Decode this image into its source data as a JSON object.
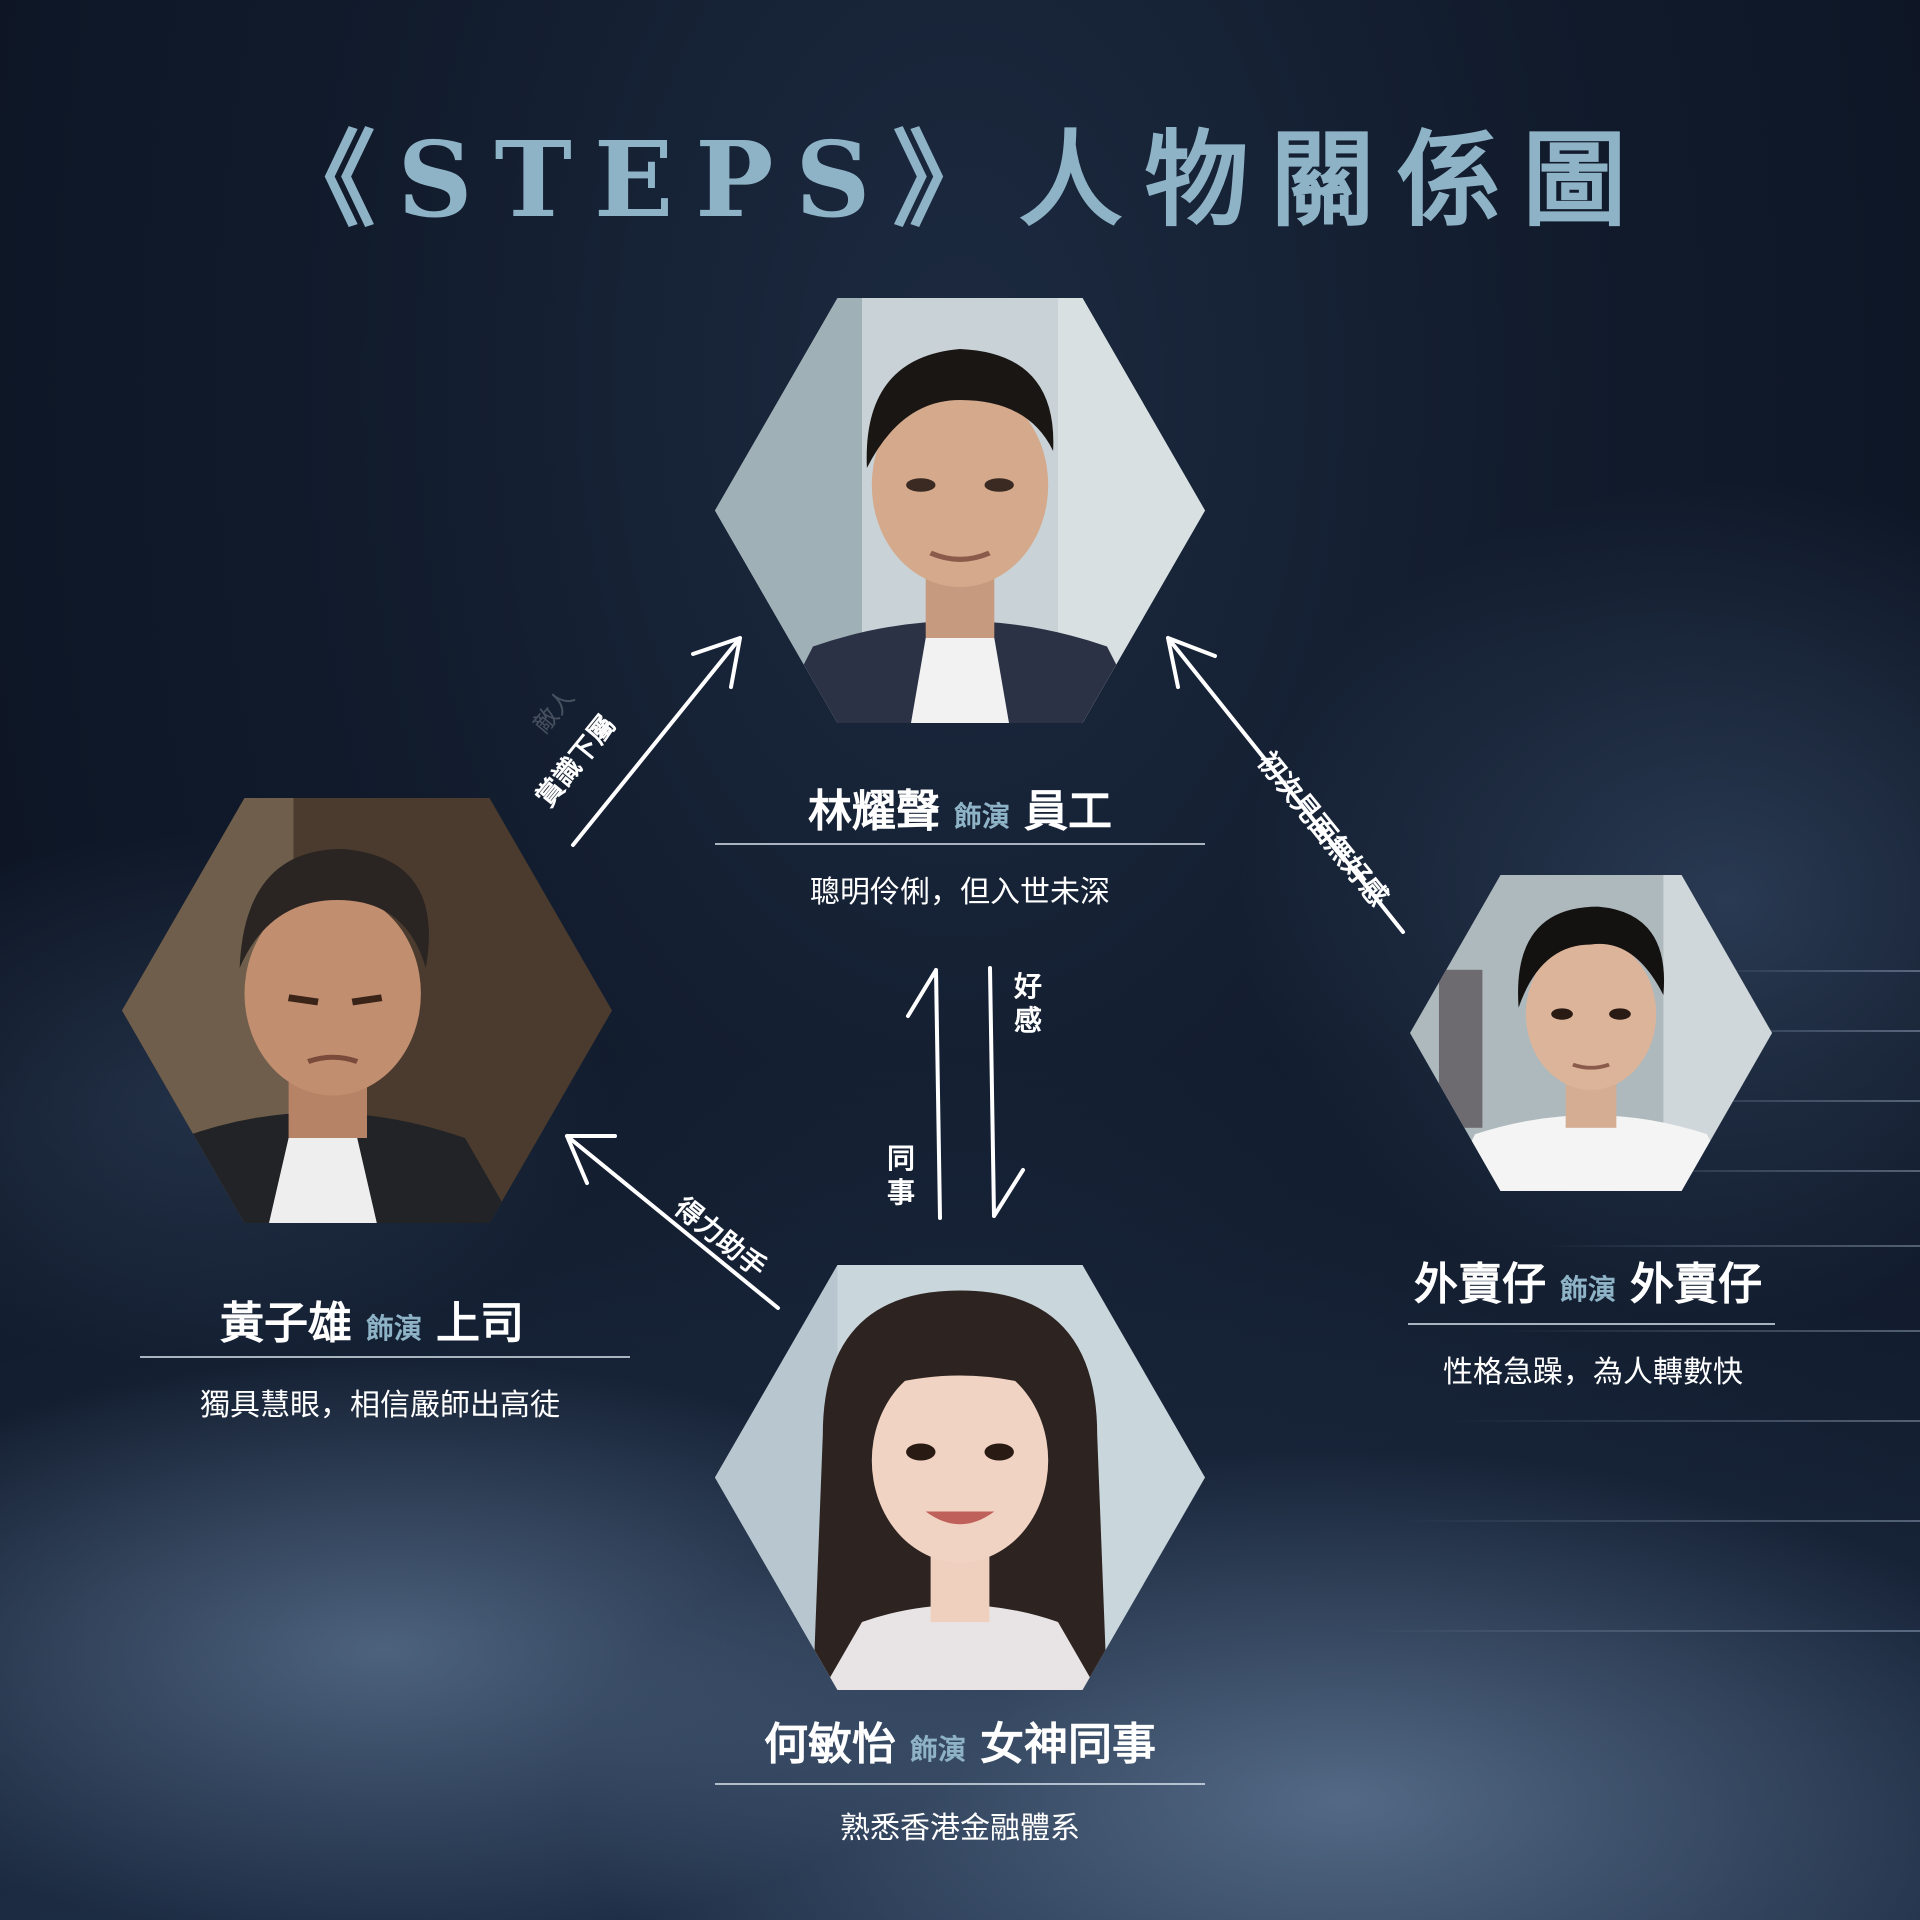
{
  "title": "《STEPS》人物關係圖",
  "act_label": "飾演",
  "characters": {
    "top": {
      "actor": "林耀聲",
      "role": "員工",
      "desc": "聰明伶俐，但入世未深"
    },
    "left": {
      "actor": "黃子雄",
      "role": "上司",
      "desc": "獨具慧眼，相信嚴師出高徒"
    },
    "bottom": {
      "actor": "何敏怡",
      "role": "女神同事",
      "desc": "熟悉香港金融體系"
    },
    "right": {
      "actor": "外賣仔",
      "role": "外賣仔",
      "desc": "性格急躁，為人轉數快"
    }
  },
  "relations": {
    "left_to_top": "賞識下屬",
    "left_to_top_faint": "敵人",
    "right_to_top": "初次見面無好感",
    "top_to_bottom": "好感",
    "bottom_to_top": "同事",
    "bottom_to_left": "得力助手"
  },
  "colors": {
    "title": "#8fb3c6",
    "accent": "#8fb3c6",
    "background": "#111b2c"
  }
}
